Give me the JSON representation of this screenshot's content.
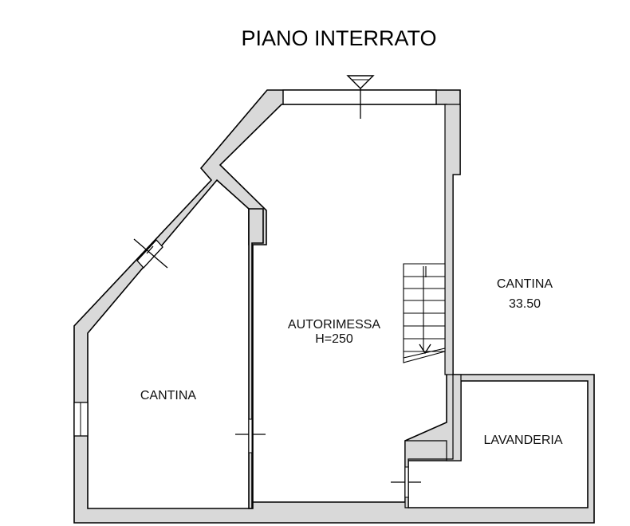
{
  "title": "PIANO INTERRATO",
  "rooms": {
    "autorimessa": {
      "name": "AUTORIMESSA",
      "height": "H=250"
    },
    "cantina_left": {
      "name": "CANTINA"
    },
    "cantina_right": {
      "name": "CANTINA",
      "area": "33.50"
    },
    "lavanderia": {
      "name": "LAVANDERIA"
    }
  },
  "colors": {
    "wall_fill": "#d9d9d9",
    "stroke": "#000000",
    "background": "#ffffff"
  },
  "icons": [
    "entrance-arrow-icon",
    "stair-direction-arrow-icon"
  ]
}
